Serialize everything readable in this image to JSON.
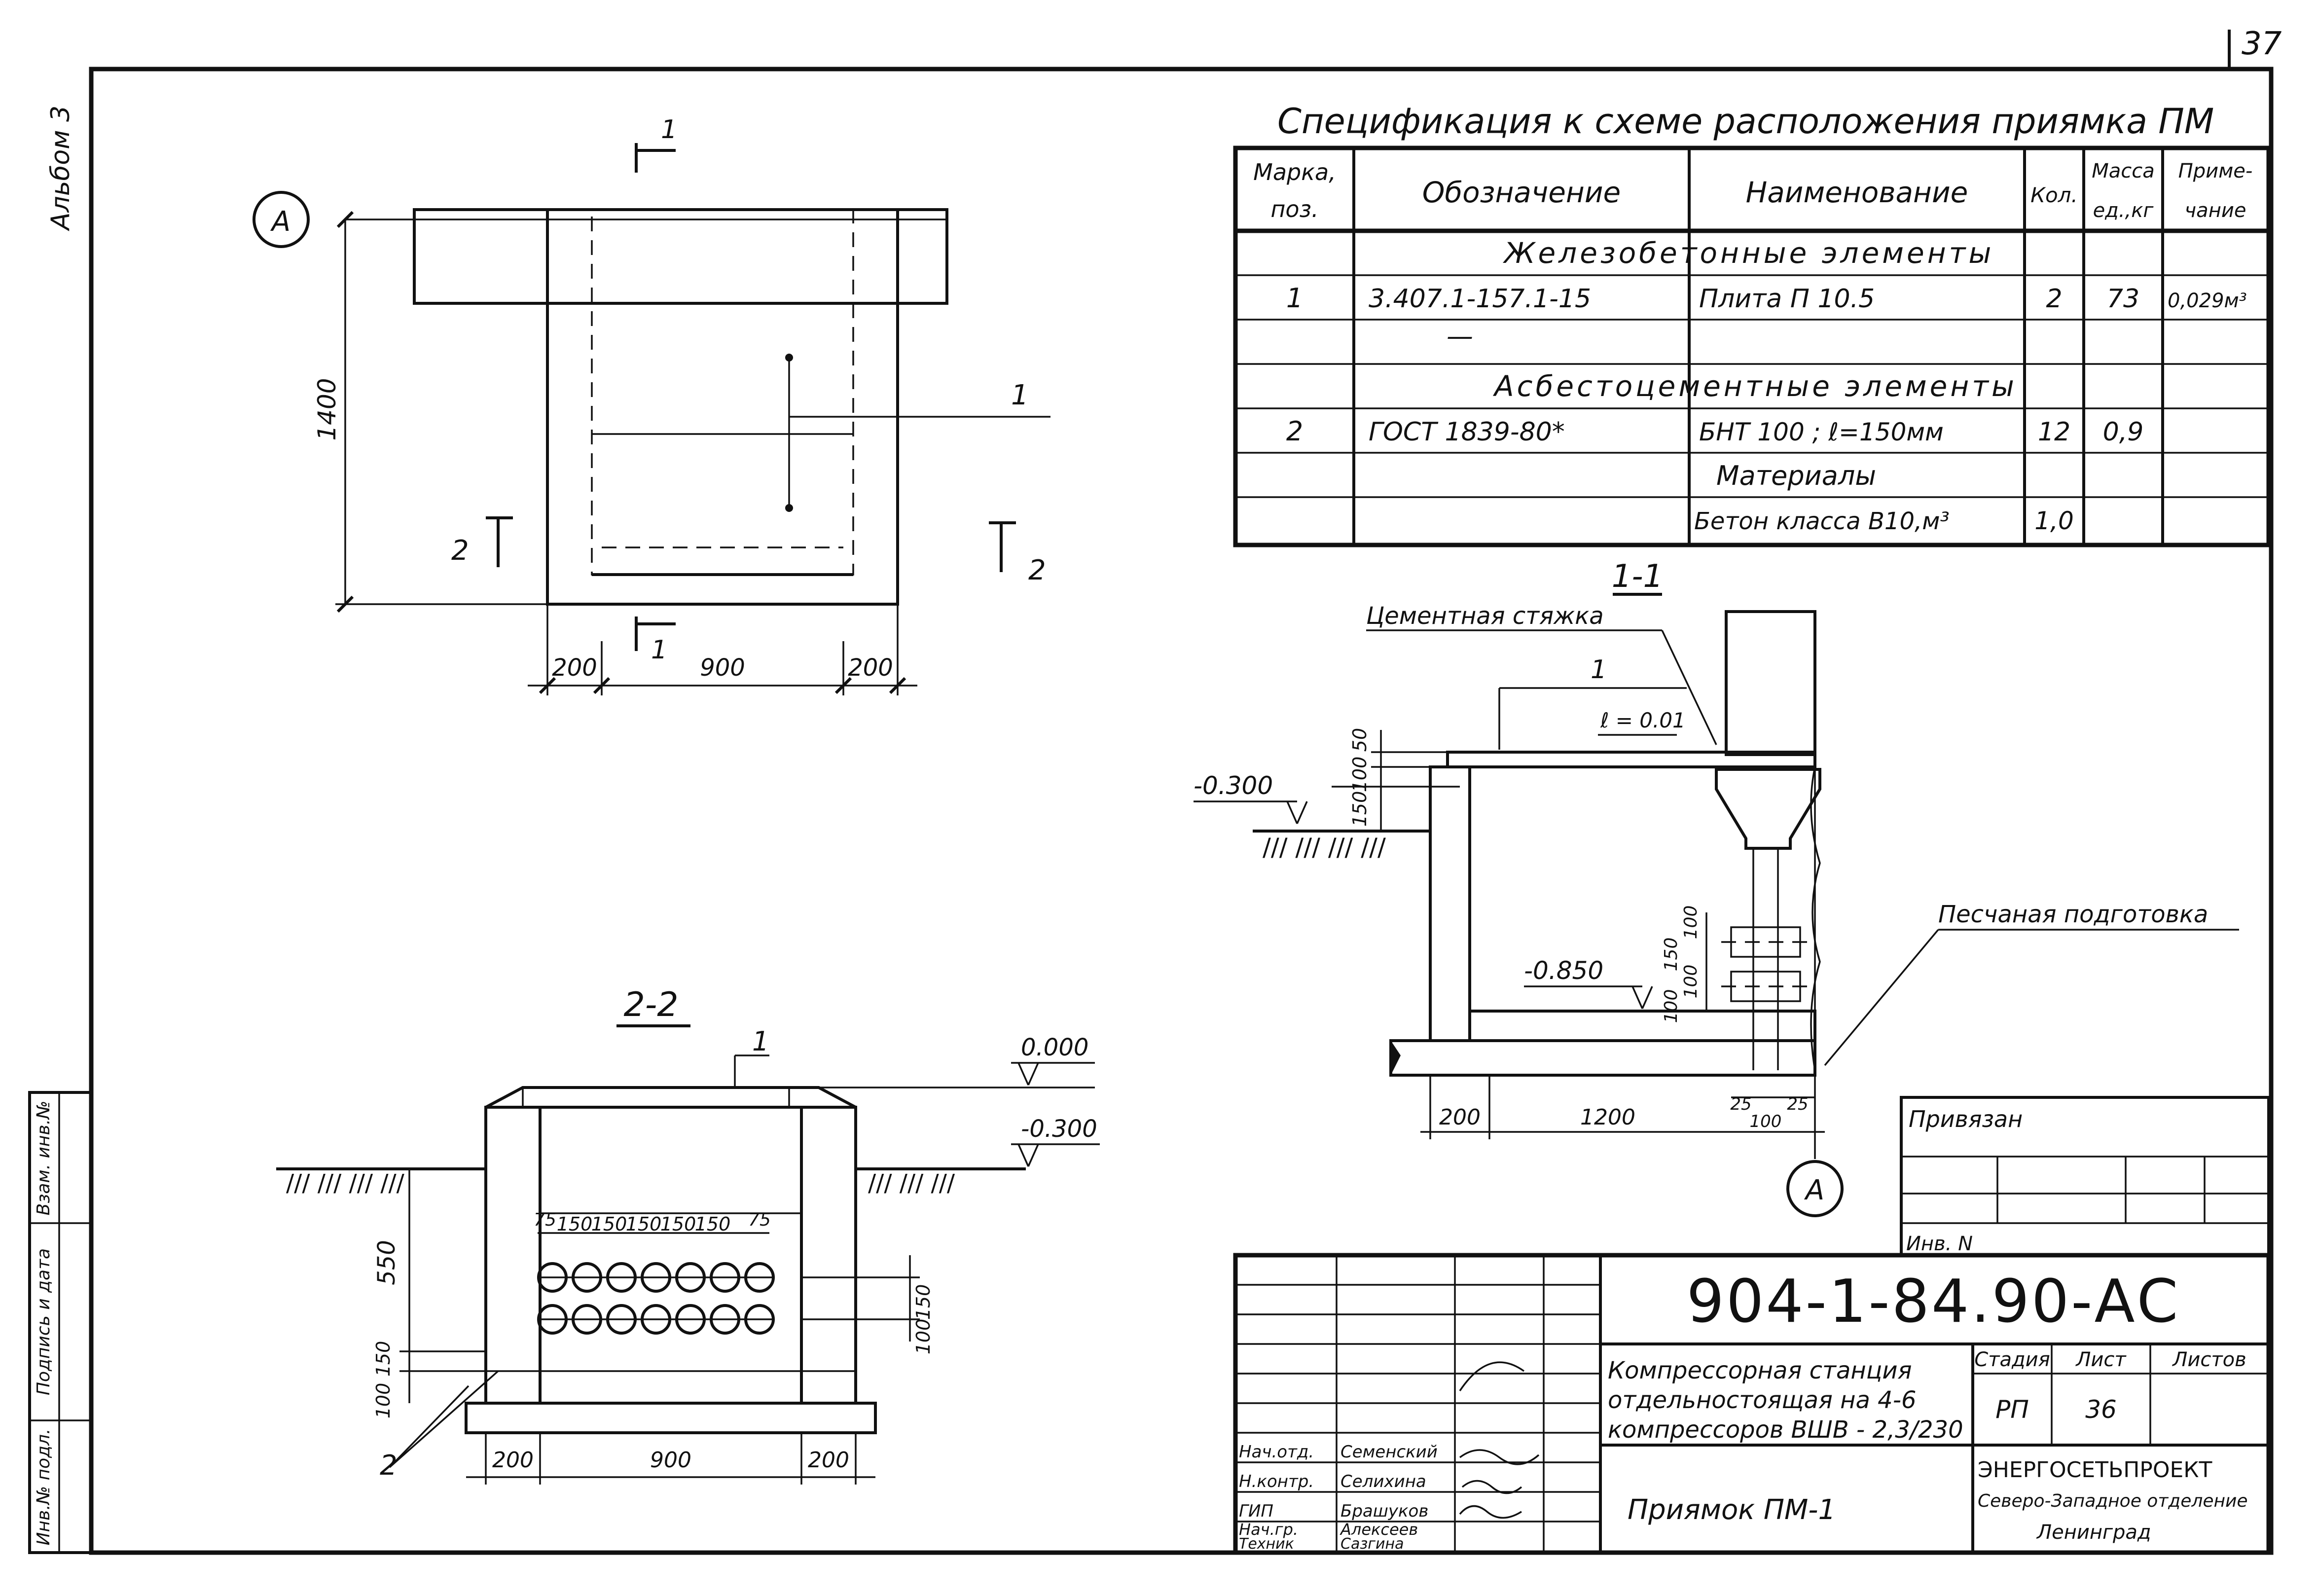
{
  "page": {
    "number": "37",
    "album_label": "Альбом 3"
  },
  "spec": {
    "title": "Спецификация к схеме расположения приямка ПМ",
    "headers": {
      "mark": [
        "Марка,",
        "поз."
      ],
      "designation": "Обозначение",
      "name": "Наименование",
      "qty": "Кол.",
      "mass": [
        "Масса",
        "ед.,кг"
      ],
      "note": [
        "Приме-",
        "чание"
      ]
    },
    "group_rc": "Железобетонные элементы",
    "group_ac": "Асбестоцементные элементы",
    "row1": {
      "mark": "1",
      "designation": "3.407.1-157.1-15",
      "name": "Плита П 10.5",
      "qty": "2",
      "mass": "73",
      "note": "0,029м³"
    },
    "dash": "—",
    "row2": {
      "mark": "2",
      "designation": "ГОСТ 1839-80*",
      "name": "БНТ 100 ; ℓ=150мм",
      "qty": "12",
      "mass": "0,9",
      "note": ""
    },
    "materials": "Материалы",
    "row3": {
      "name": "Бетон класса В10,м³",
      "qty": "1,0"
    }
  },
  "plan": {
    "axis": "А",
    "cut_label": "1",
    "cut_label2": "2",
    "pos_label": "1",
    "dim_height": "1400",
    "dims_bottom": [
      "200",
      "900",
      "200"
    ]
  },
  "section11": {
    "title": "1-1",
    "screed": "Цементная стяжка",
    "sand": "Песчаная подготовка",
    "slope": "ℓ = 0.01",
    "pos": "1",
    "level_m300": "-0.300",
    "level_m850": "-0.850",
    "dims_top": [
      "50",
      "100",
      "150"
    ],
    "dims_pipe": [
      "100",
      "150",
      "100",
      "100"
    ],
    "dims_bottom": [
      "200",
      "1200"
    ],
    "dims_pipe_bottom": [
      "25",
      "100",
      "25"
    ],
    "axis": "А"
  },
  "section22": {
    "title": "2-2",
    "pos1": "1",
    "pos2": "2",
    "level_0": "0.000",
    "level_m300": "-0.300",
    "dim_550": "550",
    "dims_left": [
      "150",
      "100"
    ],
    "dims_right": [
      "150",
      "100"
    ],
    "dims_pipes": [
      "75",
      "150",
      "150",
      "150",
      "150",
      "150",
      "75"
    ],
    "dims_bottom": [
      "200",
      "900",
      "200"
    ]
  },
  "side_stamp": [
    "Инв.№ подл.",
    "Подпись и дата",
    "Взам. инв.№"
  ],
  "privyazan": {
    "title": "Привязан",
    "inv": "Инв. N"
  },
  "titleblock": {
    "code": "904-1-84.90-АС",
    "project": [
      "Компрессорная станция",
      "отдельностоящая на 4-6",
      "компрессоров ВШВ - 2,3/230"
    ],
    "sheet_name": "Приямок ПМ-1",
    "stage_h": "Стадия",
    "sheet_h": "Лист",
    "sheets_h": "Листов",
    "stage": "РП",
    "sheet": "36",
    "org": [
      "ЭНЕРГОСЕТЬПРОЕКТ",
      "Северо-Западное отделение",
      "Ленинград"
    ],
    "people": [
      {
        "role": "Нач.отд.",
        "name": "Семенский"
      },
      {
        "role": "Н.контр.",
        "name": "Селихина"
      },
      {
        "role": "ГИП",
        "name": "Брашуков"
      },
      {
        "role": "Нач.гр.",
        "name": "Алексеев"
      },
      {
        "role": "Техник",
        "name": "Сазгина"
      }
    ]
  }
}
